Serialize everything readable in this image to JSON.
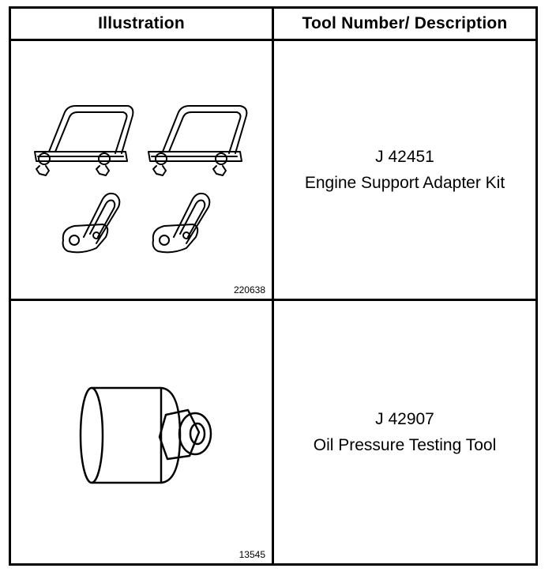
{
  "table": {
    "headers": {
      "illustration": "Illustration",
      "description": "Tool Number/ Description"
    },
    "rows": [
      {
        "figure_number": "220638",
        "tool_number": "J 42451",
        "description": "Engine Support Adapter Kit",
        "illustration_icon": "engine-support-adapter-kit-icon"
      },
      {
        "figure_number": "13545",
        "tool_number": "J 42907",
        "description": "Oil Pressure Testing Tool",
        "illustration_icon": "oil-pressure-testing-tool-icon"
      }
    ]
  }
}
